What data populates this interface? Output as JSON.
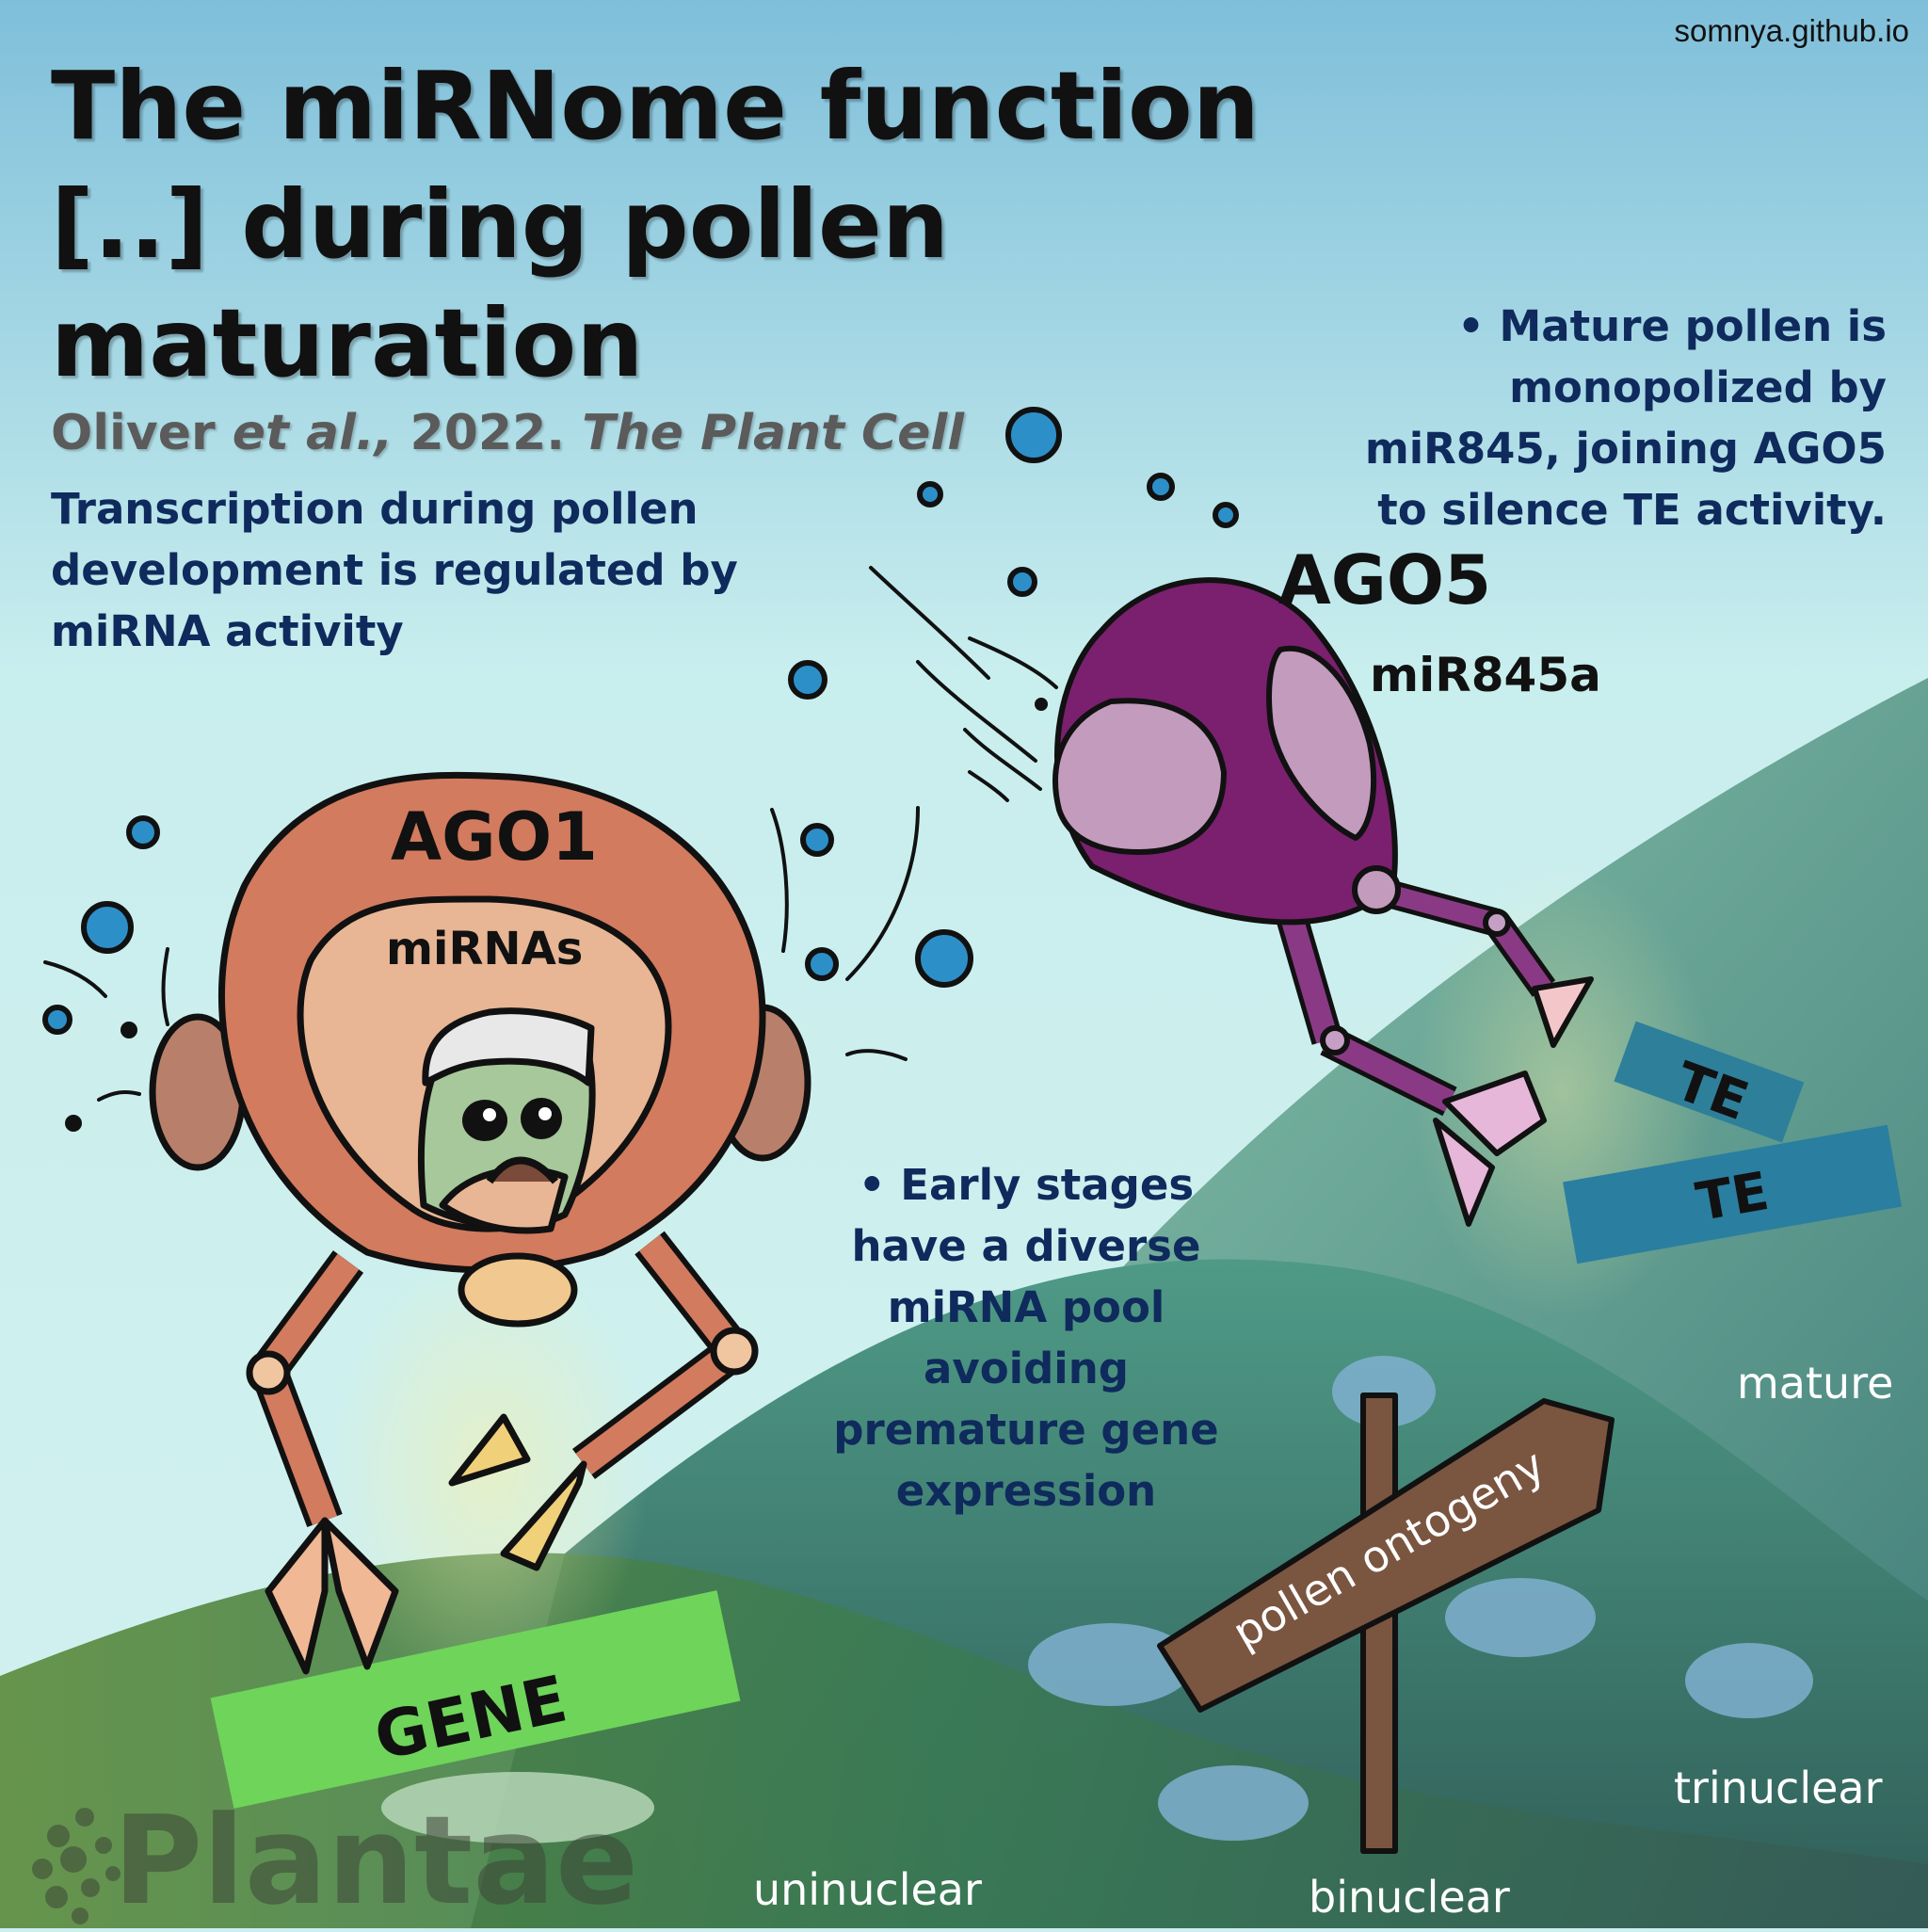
{
  "credit": "somnya.github.io",
  "title": "The miRNome function [..] during pollen maturation",
  "citation": {
    "author": "Oliver",
    "etal": "et al.,",
    "year": "2022.",
    "journal": "The Plant Cell"
  },
  "intro": "Transcription during pollen development is regulated by miRNA activity",
  "mature_note": {
    "bullet": "•",
    "text": "Mature pollen is monopolized by miR845, joining AGO5 to silence TE activity."
  },
  "early_note": {
    "bullet": "•",
    "text": "Early stages have a diverse miRNA pool avoiding premature gene expression"
  },
  "labels": {
    "ago1": "AGO1",
    "mirnas": "miRNAs",
    "ago5": "AGO5",
    "mir845a": "miR845a",
    "gene": "GENE",
    "te1": "TE",
    "te2": "TE",
    "signpost": "pollen ontogeny"
  },
  "stages": {
    "uninuclear": "uninuclear",
    "binuclear": "binuclear",
    "trinuclear": "trinuclear",
    "mature": "mature"
  },
  "logo": "Plantae",
  "colors": {
    "sky_top": "#86c3dc",
    "sky_bottom": "#cdeff0",
    "ago1_body": "#d27b5e",
    "ago1_inner": "#e8b694",
    "ago5_body": "#7a206e",
    "ago5_patch": "#c29bbd",
    "gene_tag": "#6fd45a",
    "te_tag": "#2e7f9a",
    "signpost": "#7a5540",
    "text_navy": "#0f2a5c",
    "bubble": "#2d8fc8"
  }
}
